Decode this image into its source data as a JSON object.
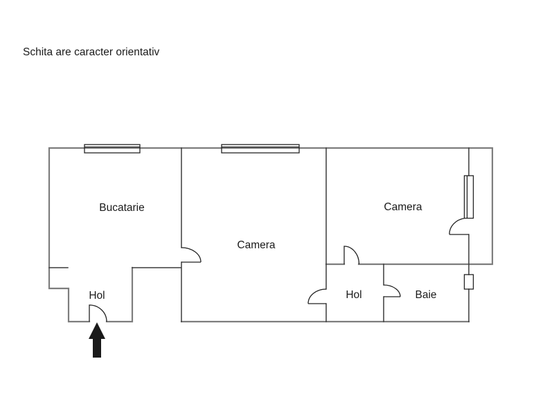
{
  "disclaimer": "Schita are caracter orientativ",
  "floorplan": {
    "rooms": [
      {
        "id": "bucatarie",
        "label": "Bucatarie"
      },
      {
        "id": "camera-mijloc",
        "label": "Camera"
      },
      {
        "id": "camera-dreapta",
        "label": "Camera"
      },
      {
        "id": "hol-intrare",
        "label": "Hol"
      },
      {
        "id": "hol-dreapta",
        "label": "Hol"
      },
      {
        "id": "baie",
        "label": "Baie"
      }
    ],
    "colors": {
      "background": "#ffffff",
      "wall_outer": "#7d7d7d",
      "wall_interior": "#3c3c3c",
      "symbol": "#222222",
      "text": "#1a1a1a",
      "entrance_arrow": "#1a1a1a"
    }
  }
}
